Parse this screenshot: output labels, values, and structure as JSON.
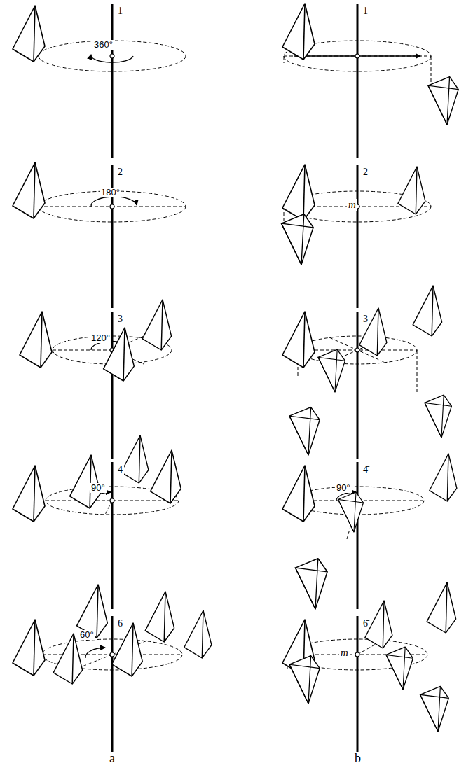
{
  "diagram": {
    "labels": [
      "1",
      "360°",
      "1̄",
      "2",
      "180°",
      "2̄",
      "m",
      "3",
      "120°",
      "3̄",
      "4",
      "90°",
      "4̄",
      "90°",
      "6",
      "60°",
      "6̄",
      "m",
      "a",
      "b"
    ]
  }
}
